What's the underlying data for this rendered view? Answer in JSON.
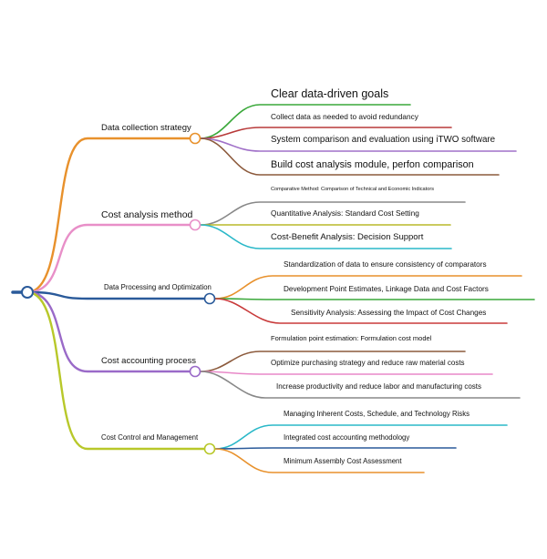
{
  "branches": [
    {
      "label": "Data collection strategy",
      "color": "#e8912c",
      "leaves": [
        {
          "label": "Clear data-driven goals",
          "color": "#3aa83a"
        },
        {
          "label": "Collect data as needed to avoid redundancy",
          "color": "#b83a3a"
        },
        {
          "label": "System comparison and evaluation using iTWO software",
          "color": "#a070c8"
        },
        {
          "label": "Build cost analysis module, perfon comparison",
          "color": "#8c5a3c"
        }
      ]
    },
    {
      "label": "Cost analysis method",
      "color": "#e88fc8",
      "leaves": [
        {
          "label": "Comparative Method: Comparison of Technical and Economic Indicators",
          "color": "#888888"
        },
        {
          "label": "Quantitative Analysis: Standard Cost Setting",
          "color": "#b8b82a"
        },
        {
          "label": "Cost-Benefit Analysis: Decision Support",
          "color": "#2ab8c8"
        }
      ]
    },
    {
      "label": "Data Processing and Optimization",
      "color": "#2a5a9a",
      "leaves": [
        {
          "label": "Standardization of data to ensure consistency of comparators",
          "color": "#e8912c"
        },
        {
          "label": "Development Point Estimates, Linkage Data and Cost Factors",
          "color": "#3aa83a"
        },
        {
          "label": "Sensitivity Analysis: Assessing the Impact of Cost Changes",
          "color": "#c83a3a"
        }
      ]
    },
    {
      "label": "Cost accounting process",
      "color": "#9a6ac8",
      "leaves": [
        {
          "label": "Formulation point estimation: Formulation cost model",
          "color": "#8c5a3c"
        },
        {
          "label": "Optimize purchasing strategy and reduce raw material costs",
          "color": "#e888c8"
        },
        {
          "label": "Increase productivity and reduce labor and manufacturing costs",
          "color": "#888888"
        }
      ]
    },
    {
      "label": "Cost Control and Management",
      "color": "#b8c82a",
      "leaves": [
        {
          "label": "Managing Inherent Costs, Schedule, and Technology Risks",
          "color": "#2ab8c8"
        },
        {
          "label": "Integrated cost accounting methodology",
          "color": "#2a5a9a"
        },
        {
          "label": "Minimum Assembly Cost Assessment",
          "color": "#e8912c"
        }
      ]
    }
  ],
  "root_color": "#2a5a9a"
}
